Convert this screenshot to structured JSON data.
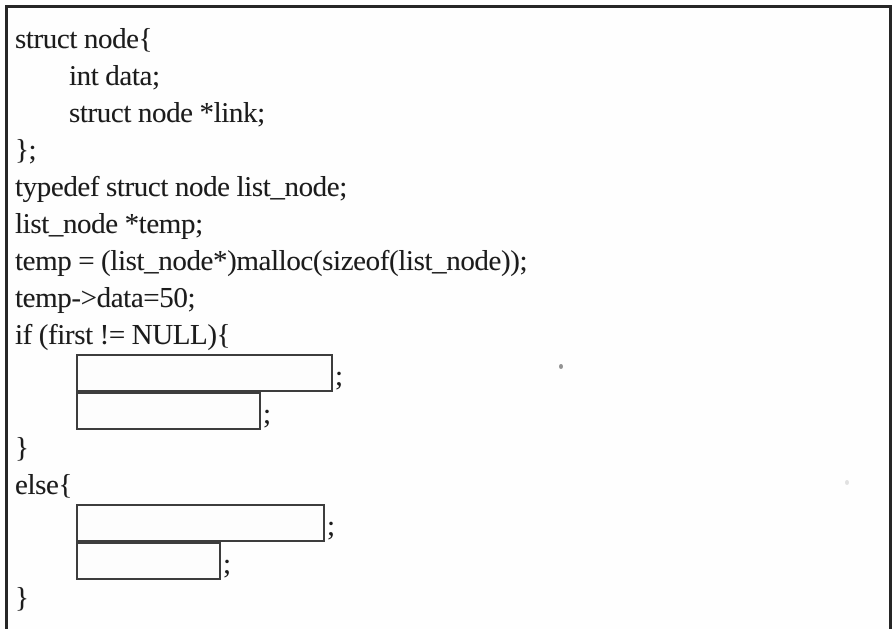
{
  "document": {
    "kind": "scanned C code listing with fill-in-the-blank answer boxes",
    "language": "C",
    "text_color": "#1c1c1c",
    "border_color": "#262626"
  },
  "code": {
    "lines": [
      {
        "text": "struct node{",
        "indent": 0
      },
      {
        "text": "int data;",
        "indent": 1
      },
      {
        "text": "struct node *link;",
        "indent": 1
      },
      {
        "text": "};",
        "indent": 0
      },
      {
        "text": "typedef struct node list_node;",
        "indent": 0
      },
      {
        "text": "list_node *temp;",
        "indent": 0
      },
      {
        "text": "temp = (list_node*)malloc(sizeof(list_node));",
        "indent": 0
      },
      {
        "text": "temp->data=50;",
        "indent": 0
      },
      {
        "text": "if (first != NULL){",
        "indent": 0
      },
      {
        "blank": true,
        "value": "",
        "suffix": ";",
        "size": "wide"
      },
      {
        "blank": true,
        "value": "",
        "suffix": ";",
        "size": "narrow"
      },
      {
        "text": "}",
        "indent": 0
      },
      {
        "text": "else{",
        "indent": 0
      },
      {
        "blank": true,
        "value": "",
        "suffix": ";",
        "size": "wide"
      },
      {
        "blank": true,
        "value": "",
        "suffix": ";",
        "size": "narrow"
      },
      {
        "text": "}",
        "indent": 0
      }
    ]
  }
}
